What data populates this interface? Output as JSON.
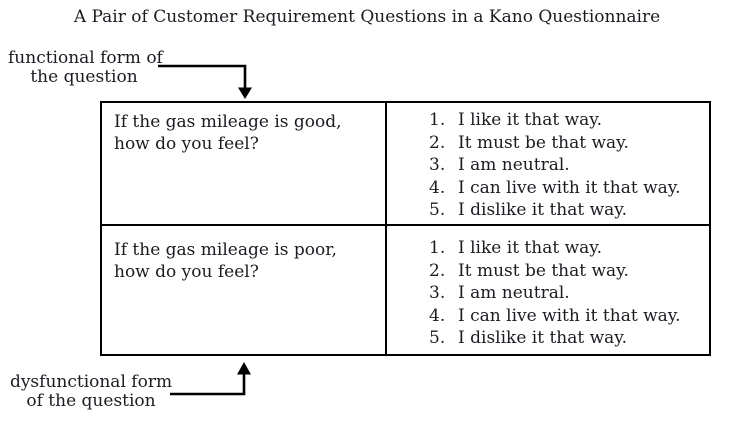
{
  "title": "A Pair of Customer Requirement Questions in a Kano Questionnaire",
  "labels": {
    "functional": {
      "line1": "functional form of",
      "line2": "the question"
    },
    "dysfunctional": {
      "line1": "dysfunctional form",
      "line2": "of the question"
    }
  },
  "table": {
    "rows": [
      {
        "question": {
          "line1": "If the gas mileage is good,",
          "line2": "how do you feel?"
        },
        "options": [
          {
            "num": "1.",
            "text": "I like it that way."
          },
          {
            "num": "2.",
            "text": "It must be that way."
          },
          {
            "num": "3.",
            "text": "I am neutral."
          },
          {
            "num": "4.",
            "text": "I can live with it that way."
          },
          {
            "num": "5.",
            "text": "I dislike it that way."
          }
        ]
      },
      {
        "question": {
          "line1": "If the gas mileage is poor,",
          "line2": "how do you feel?"
        },
        "options": [
          {
            "num": "1.",
            "text": "I like it that way."
          },
          {
            "num": "2.",
            "text": "It must be that way."
          },
          {
            "num": "3.",
            "text": "I am neutral."
          },
          {
            "num": "4.",
            "text": "I can live with it that way."
          },
          {
            "num": "5.",
            "text": "I dislike it that way."
          }
        ]
      }
    ]
  },
  "colors": {
    "text": "#1b1b22",
    "border": "#000000",
    "background": "#ffffff"
  }
}
